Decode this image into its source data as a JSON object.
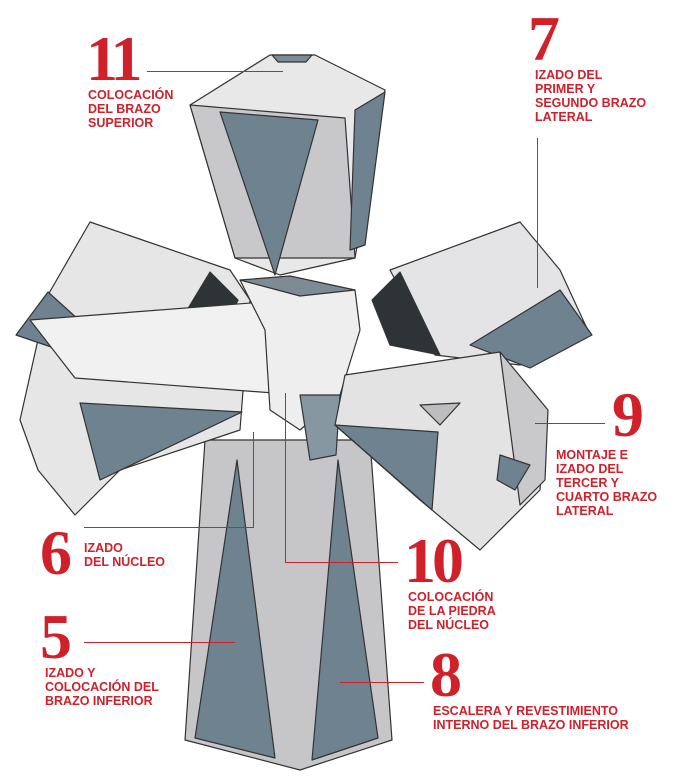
{
  "colors": {
    "accent": "#d0202a",
    "glass": "#6e8290",
    "stone": "#e6e6e6",
    "shade": "#b9b9bb"
  },
  "steps": [
    {
      "number": "11",
      "lines": [
        "COLOCACIÓN",
        "DEL BRAZO",
        "SUPERIOR"
      ]
    },
    {
      "number": "7",
      "lines": [
        "IZADO DEL",
        "PRIMER Y",
        "SEGUNDO BRAZO",
        "LATERAL"
      ]
    },
    {
      "number": "9",
      "lines": [
        "MONTAJE E",
        "IZADO DEL",
        "TERCER Y",
        "CUARTO BRAZO",
        "LATERAL"
      ]
    },
    {
      "number": "6",
      "lines": [
        "IZADO",
        "DEL NÚCLEO"
      ]
    },
    {
      "number": "10",
      "lines": [
        "COLOCACIÓN",
        "DE LA PIEDRA",
        "DEL NÚCLEO"
      ]
    },
    {
      "number": "5",
      "lines": [
        "IZADO Y",
        "COLOCACIÓN DEL",
        "BRAZO INFERIOR"
      ]
    },
    {
      "number": "8",
      "lines": [
        "ESCALERA Y REVESTIMIENTO",
        "INTERNO DEL BRAZO INFERIOR"
      ]
    }
  ]
}
